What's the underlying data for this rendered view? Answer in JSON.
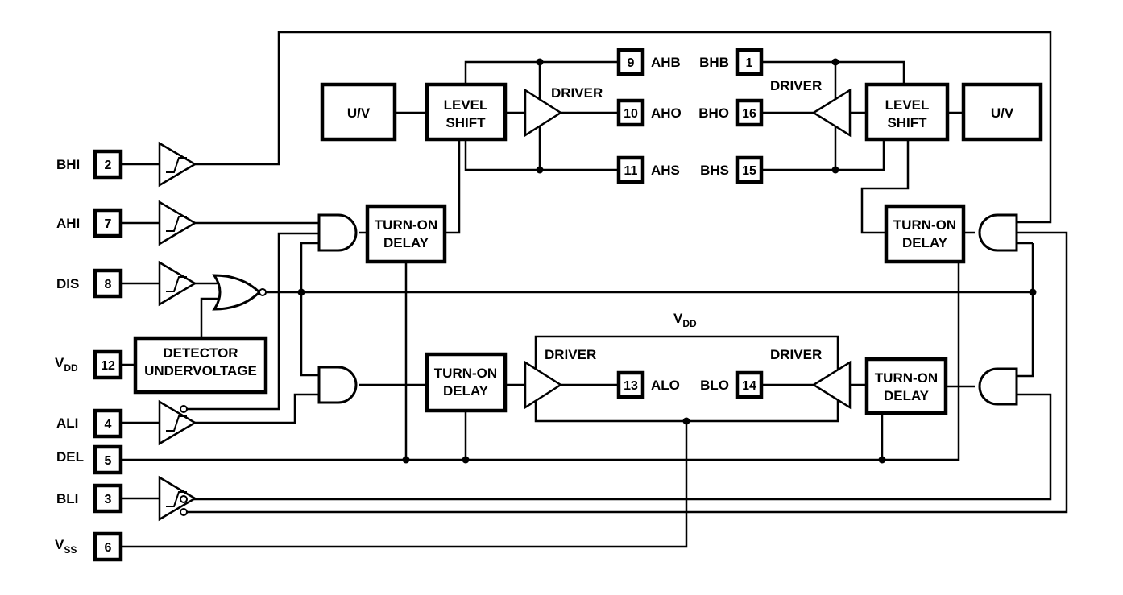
{
  "pins_left": {
    "bhi": {
      "name": "BHI",
      "num": "2"
    },
    "ahi": {
      "name": "AHI",
      "num": "7"
    },
    "dis": {
      "name": "DIS",
      "num": "8"
    },
    "vdd": {
      "name": "V",
      "sub": "DD",
      "num": "12"
    },
    "ali": {
      "name": "ALI",
      "num": "4"
    },
    "del": {
      "name": "DEL",
      "num": "5"
    },
    "bli": {
      "name": "BLI",
      "num": "3"
    },
    "vss": {
      "name": "V",
      "sub": "SS",
      "num": "6"
    }
  },
  "pins_a_side": {
    "ahb": {
      "name": "AHB",
      "num": "9"
    },
    "aho": {
      "name": "AHO",
      "num": "10"
    },
    "ahs": {
      "name": "AHS",
      "num": "11"
    },
    "alo": {
      "name": "ALO",
      "num": "13"
    }
  },
  "pins_b_side": {
    "bhb": {
      "name": "BHB",
      "num": "1"
    },
    "bho": {
      "name": "BHO",
      "num": "16"
    },
    "bhs": {
      "name": "BHS",
      "num": "15"
    },
    "blo": {
      "name": "BLO",
      "num": "14"
    }
  },
  "blocks": {
    "uv": "U/V",
    "level_shift_1": "LEVEL",
    "level_shift_2": "SHIFT",
    "driver": "DRIVER",
    "turn_on_1": "TURN-ON",
    "turn_on_2": "DELAY",
    "detector_1": "DETECTOR",
    "detector_2": "UNDERVOLTAGE",
    "vdd_label": "V",
    "vdd_sub": "DD"
  }
}
